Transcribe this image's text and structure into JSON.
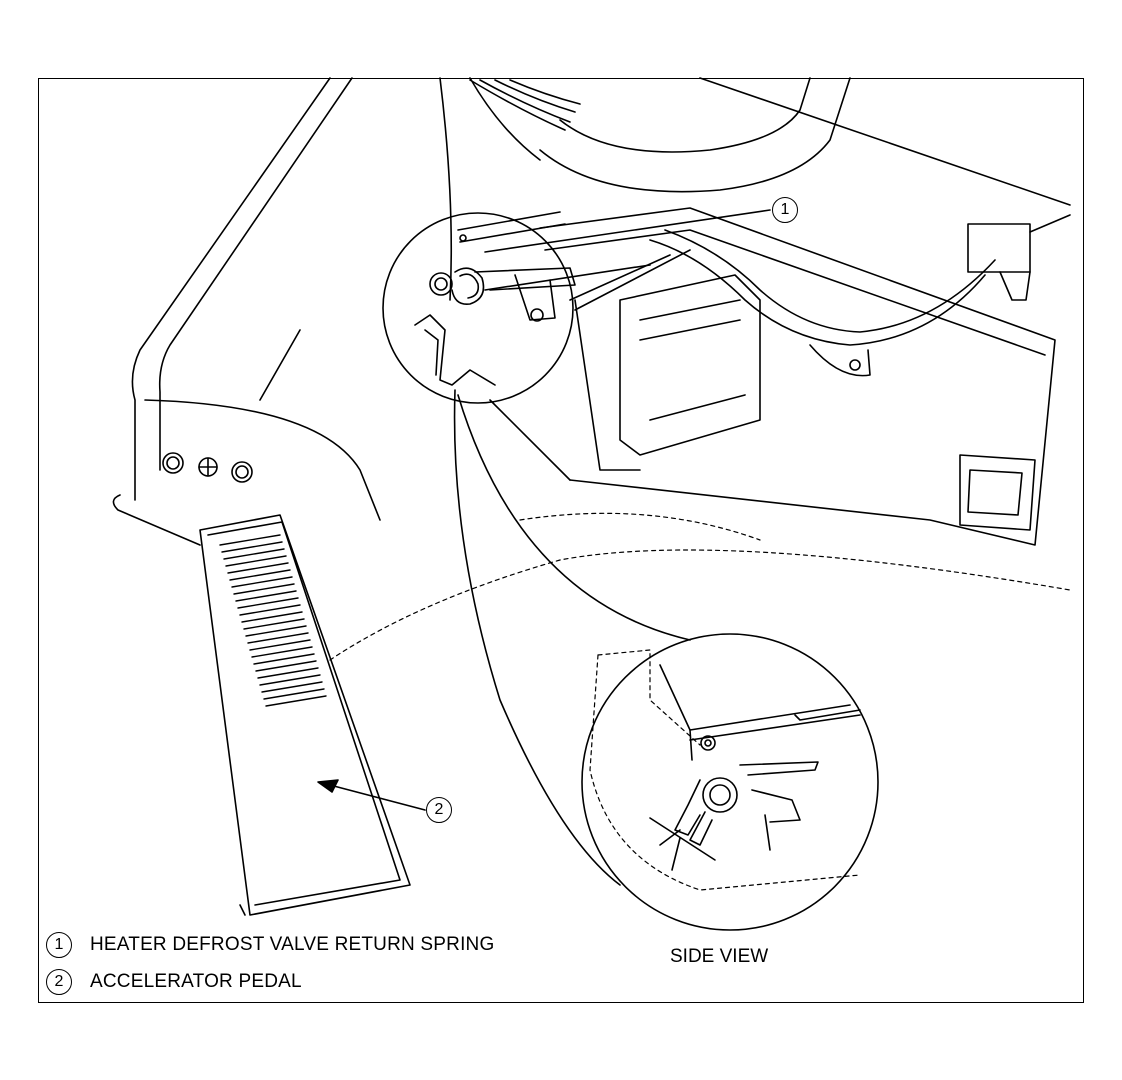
{
  "callouts": [
    {
      "number": "1",
      "label": "HEATER DEFROST VALVE RETURN SPRING"
    },
    {
      "number": "2",
      "label": "ACCELERATOR PEDAL"
    }
  ],
  "side_view_label": "SIDE VIEW",
  "colors": {
    "line": "#000000",
    "background": "#ffffff"
  }
}
